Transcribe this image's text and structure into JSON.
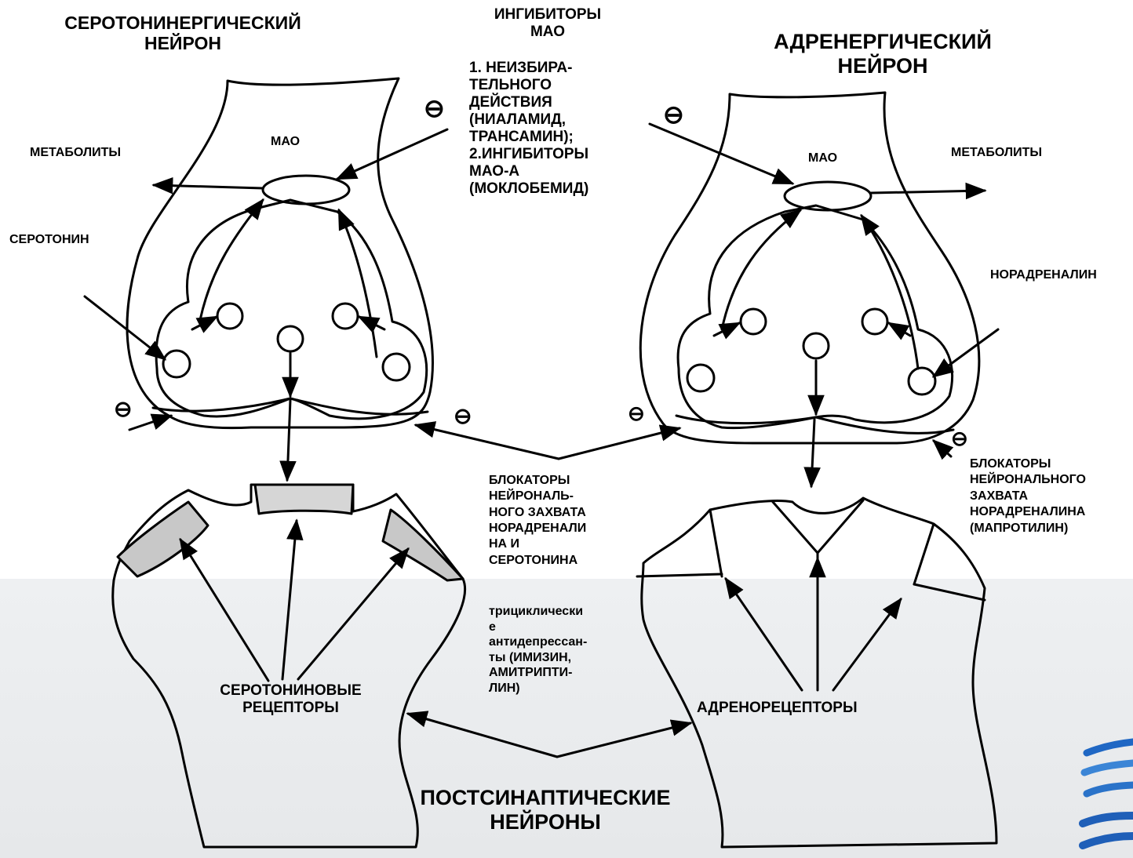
{
  "labels": {
    "serotonin_neuron_title": "СЕРОТОНИНЕРГИЧЕСКИЙ\nНЕЙРОН",
    "adrenergic_neuron_title": "АДРЕНЕРГИЧЕСКИЙ\nНЕЙРОН",
    "mao_inhibitors": "ИНГИБИТОРЫ\nМАО",
    "mao_inhibitors_list": "1. НЕИЗБИРА-\nТЕЛЬНОГО\nДЕЙСТВИЯ\n(НИАЛАМИД,\nТРАНСАМИН);\n2.ИНГИБИТОРЫ\nМАО-А\n(МОКЛОБЕМИД)",
    "mao_left": "МАО",
    "mao_right": "МАО",
    "metabolites_left": "МЕТАБОЛИТЫ",
    "metabolites_right": "МЕТАБОЛИТЫ",
    "serotonin": "СЕРОТОНИН",
    "noradrenaline": "НОРАДРЕНАЛИН",
    "reuptake_blockers_both": "БЛОКАТОРЫ\nНЕЙРОНАЛЬ-\nНОГО ЗАХВАТА\nНОРАДРЕНАЛИ\nНА И\nСЕРОТОНИНА",
    "tricyclics": "трициклически\nе\nантидепрессан-\nты (ИМИЗИН,\nАМИТРИПТИ-\nЛИН)",
    "reuptake_blockers_na": "БЛОКАТОРЫ\nНЕЙРОНАЛЬНОГО\nЗАХВАТА\nНОРАДРЕНАЛИНА\n(МАПРОТИЛИН)",
    "serotonin_receptors": "СЕРОТОНИНОВЫЕ\nРЕЦЕПТОРЫ",
    "adrenoreceptors": "АДРЕНОРЕЦЕПТОРЫ",
    "postsynaptic_neurons": "ПОСТСИНАПТИЧЕСКИЕ\nНЕЙРОНЫ",
    "inhibition_sign": "⊖"
  }
}
